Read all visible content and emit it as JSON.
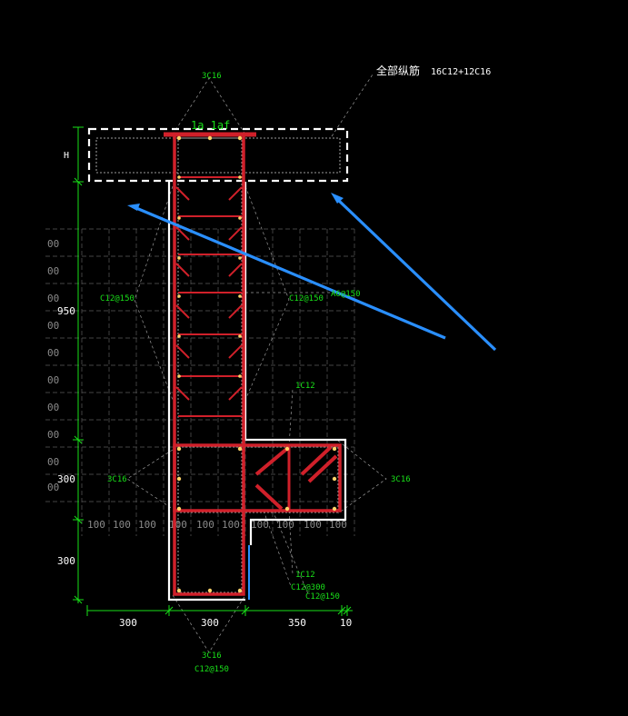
{
  "title": "全部纵筋",
  "title_value": "16C12+12C16",
  "corner_labels": {
    "top": "3C16",
    "left_mid": "3C16",
    "right_mid": "3C16",
    "bottom": "3C16"
  },
  "stirrup_labels": {
    "left": "C12@150",
    "right": "C12@150",
    "far_right": "A6@150",
    "bottom_center": "C12@150",
    "bottom_right_a": "C12@300",
    "bottom_right_b": "C12@150"
  },
  "bar_labels": {
    "upper": "1C12",
    "lower": "1C12"
  },
  "flange_label": "1a 1af",
  "height_label": "H",
  "dims_vertical": [
    "950",
    "300",
    "300"
  ],
  "dims_horizontal": [
    "300",
    "300",
    "350",
    "10"
  ],
  "grid_row_labels": [
    "00",
    "00",
    "00",
    "00",
    "00",
    "00",
    "00",
    "00",
    "00",
    "00"
  ],
  "grid_col_labels": [
    "100",
    "100",
    "100",
    "100",
    "100",
    "100",
    "100",
    "100",
    "100",
    "100"
  ],
  "colors": {
    "background": "#000000",
    "rebar": "#d0202a",
    "outline": "#ffffff",
    "dimension": "#19e019",
    "grid": "#5a5a5a",
    "arrow": "#2a8fff"
  }
}
